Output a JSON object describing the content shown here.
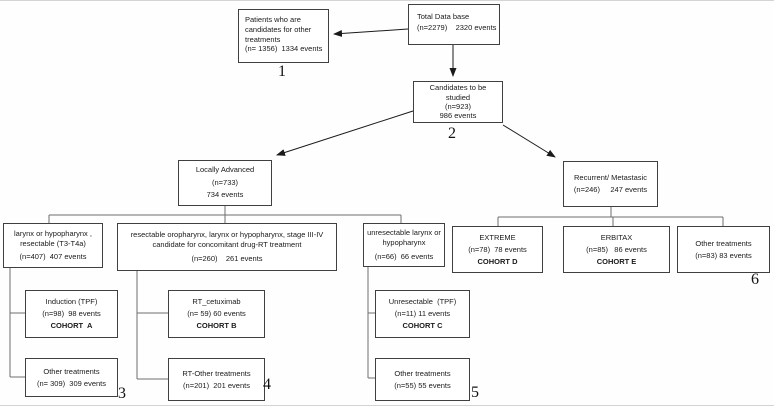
{
  "figure": {
    "background": "#ffffff",
    "box_border_color": "#404040",
    "tree_line_color": "#6e6e6e",
    "arrow_color": "#1a1a1a"
  },
  "boxes": {
    "patients_other": {
      "lines": [
        "Patients who are",
        "candidates for other",
        "treatments",
        "(n= 1356)  1334 events"
      ]
    },
    "total_database": {
      "lines": [
        "Total Data base",
        "(n=2279)    2320 events"
      ]
    },
    "candidates": {
      "lines": [
        "Candidates to be",
        "studied",
        "(n=923)",
        "986 events"
      ]
    },
    "locally_advanced": {
      "lines": [
        "Locally Advanced",
        "(n=733)",
        "734 events"
      ]
    },
    "recurrent_metastasic": {
      "lines": [
        "Recurrent/ Metastasic",
        "(n=246)     247 events"
      ]
    },
    "larynx_resectable": {
      "lines": [
        "larynx or hypopharynx ,",
        "resectable (T3-T4a)",
        "(n=407)  407 events"
      ]
    },
    "resectable_oropharynx": {
      "lines": [
        "resectable oropharynx, larynx or hypopharynx, stage III-IV",
        "candidate for concomitant drug-RT treatment",
        "(n=260)    261 events"
      ]
    },
    "unresectable_larynx": {
      "lines": [
        "unresectable larynx or",
        "hypopharynx",
        "(n=66)  66 events"
      ]
    },
    "extreme": {
      "lines": [
        "EXTREME",
        "(n=78)  78 events",
        "COHORT D"
      ]
    },
    "erbitax": {
      "lines": [
        "ERBITAX",
        "(n=85)   86 events",
        "COHORT E"
      ]
    },
    "other_treatments_rm": {
      "lines": [
        "Other treatments",
        "(n=83) 83 events"
      ]
    },
    "induction_tpf": {
      "lines": [
        "Induction (TPF)",
        "(n=98)  98 events",
        "COHORT  A"
      ]
    },
    "other_treatments_larynx": {
      "lines": [
        "Other treatments",
        "(n= 309)  309 events"
      ]
    },
    "rt_cetuximab": {
      "lines": [
        "RT_cetuximab",
        "(n= 59) 60 events",
        "COHORT B"
      ]
    },
    "rt_other_treatments": {
      "lines": [
        "RT-Other treatments",
        "(n=201)  201 events"
      ]
    },
    "unresectable_tpf": {
      "lines": [
        "Unresectable  (TPF)",
        "(n=11) 11 events",
        "COHORT C"
      ]
    },
    "other_treatments_unres": {
      "lines": [
        "Other treatments",
        "(n=55) 55 events"
      ]
    }
  },
  "labels": {
    "n1": "1",
    "n2": "2",
    "n3": "3",
    "n4": "4",
    "n5": "5",
    "n6": "6"
  }
}
